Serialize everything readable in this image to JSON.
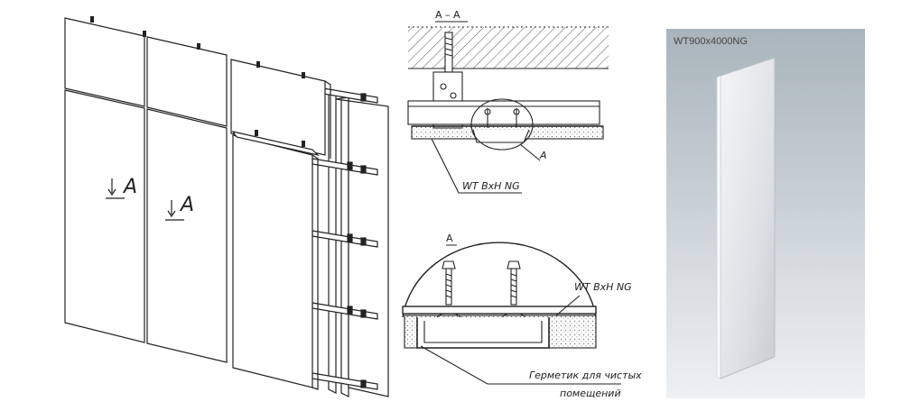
{
  "elevation": {
    "marker_left": "A",
    "marker_right": "A"
  },
  "section_top": {
    "title": "A – A",
    "callout": "A",
    "panel_label": "WT BxH NG"
  },
  "detail_a": {
    "title": "A",
    "panel_label": "WT BxH NG",
    "sealant_line1": "Герметик для чистых",
    "sealant_line2": "помещений"
  },
  "photo": {
    "label": "WT900x4000NG",
    "background_top": "#a9b4bc",
    "background_bottom": "#eef1f3"
  },
  "colors": {
    "line": "#222222",
    "panel_fill": "#ffffff",
    "hatch": "#555555",
    "insulation": "#dcdcdc"
  }
}
